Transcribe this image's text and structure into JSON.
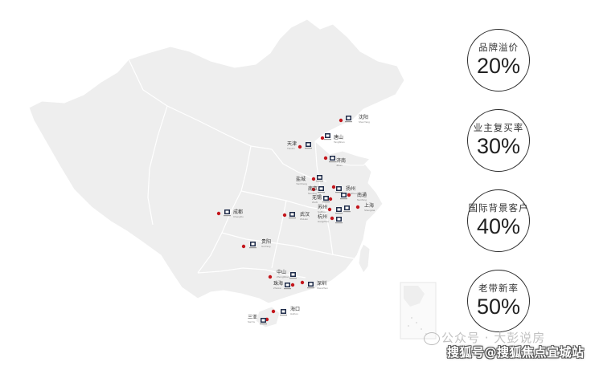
{
  "stats": [
    {
      "label": "品牌溢价",
      "value": "20%"
    },
    {
      "label": "业主复买率",
      "value": "30%"
    },
    {
      "label": "国际背景客户",
      "value": "40%"
    },
    {
      "label": "老带新率",
      "value": "50%"
    }
  ],
  "cities": [
    {
      "name": "沈阳",
      "pinyin": "ShenYang"
    },
    {
      "name": "唐山",
      "pinyin": "TangShan"
    },
    {
      "name": "天津",
      "pinyin": "TianJin"
    },
    {
      "name": "济南",
      "pinyin": "JiNan"
    },
    {
      "name": "盐城",
      "pinyin": "YanCheng"
    },
    {
      "name": "南京",
      "pinyin": "NanJing"
    },
    {
      "name": "扬州",
      "pinyin": "YangZhou"
    },
    {
      "name": "南通",
      "pinyin": "NanTong"
    },
    {
      "name": "无锡",
      "pinyin": "WuXi"
    },
    {
      "name": "苏州",
      "pinyin": "SuZhou"
    },
    {
      "name": "上海",
      "pinyin": "ShangHai"
    },
    {
      "name": "杭州",
      "pinyin": "HangZhou"
    },
    {
      "name": "武汉",
      "pinyin": "WuHan"
    },
    {
      "name": "成都",
      "pinyin": "ChengDu"
    },
    {
      "name": "贵阳",
      "pinyin": "GuiYang"
    },
    {
      "name": "中山",
      "pinyin": "ZhongShan"
    },
    {
      "name": "珠海",
      "pinyin": "ZhuHai"
    },
    {
      "name": "深圳",
      "pinyin": "ShenZhen"
    },
    {
      "name": "海口",
      "pinyin": "HaiKou"
    },
    {
      "name": "三亚",
      "pinyin": "SanYa"
    }
  ],
  "watermark": {
    "account": "公众号 · 大彭说房",
    "site": "搜狐号@搜狐焦点宜城站"
  },
  "colors": {
    "land": "#eeeeee",
    "border": "#ffffff",
    "dot": "#c4161c",
    "logo": "#1f2c4a",
    "ring": "#2b2b2b"
  }
}
